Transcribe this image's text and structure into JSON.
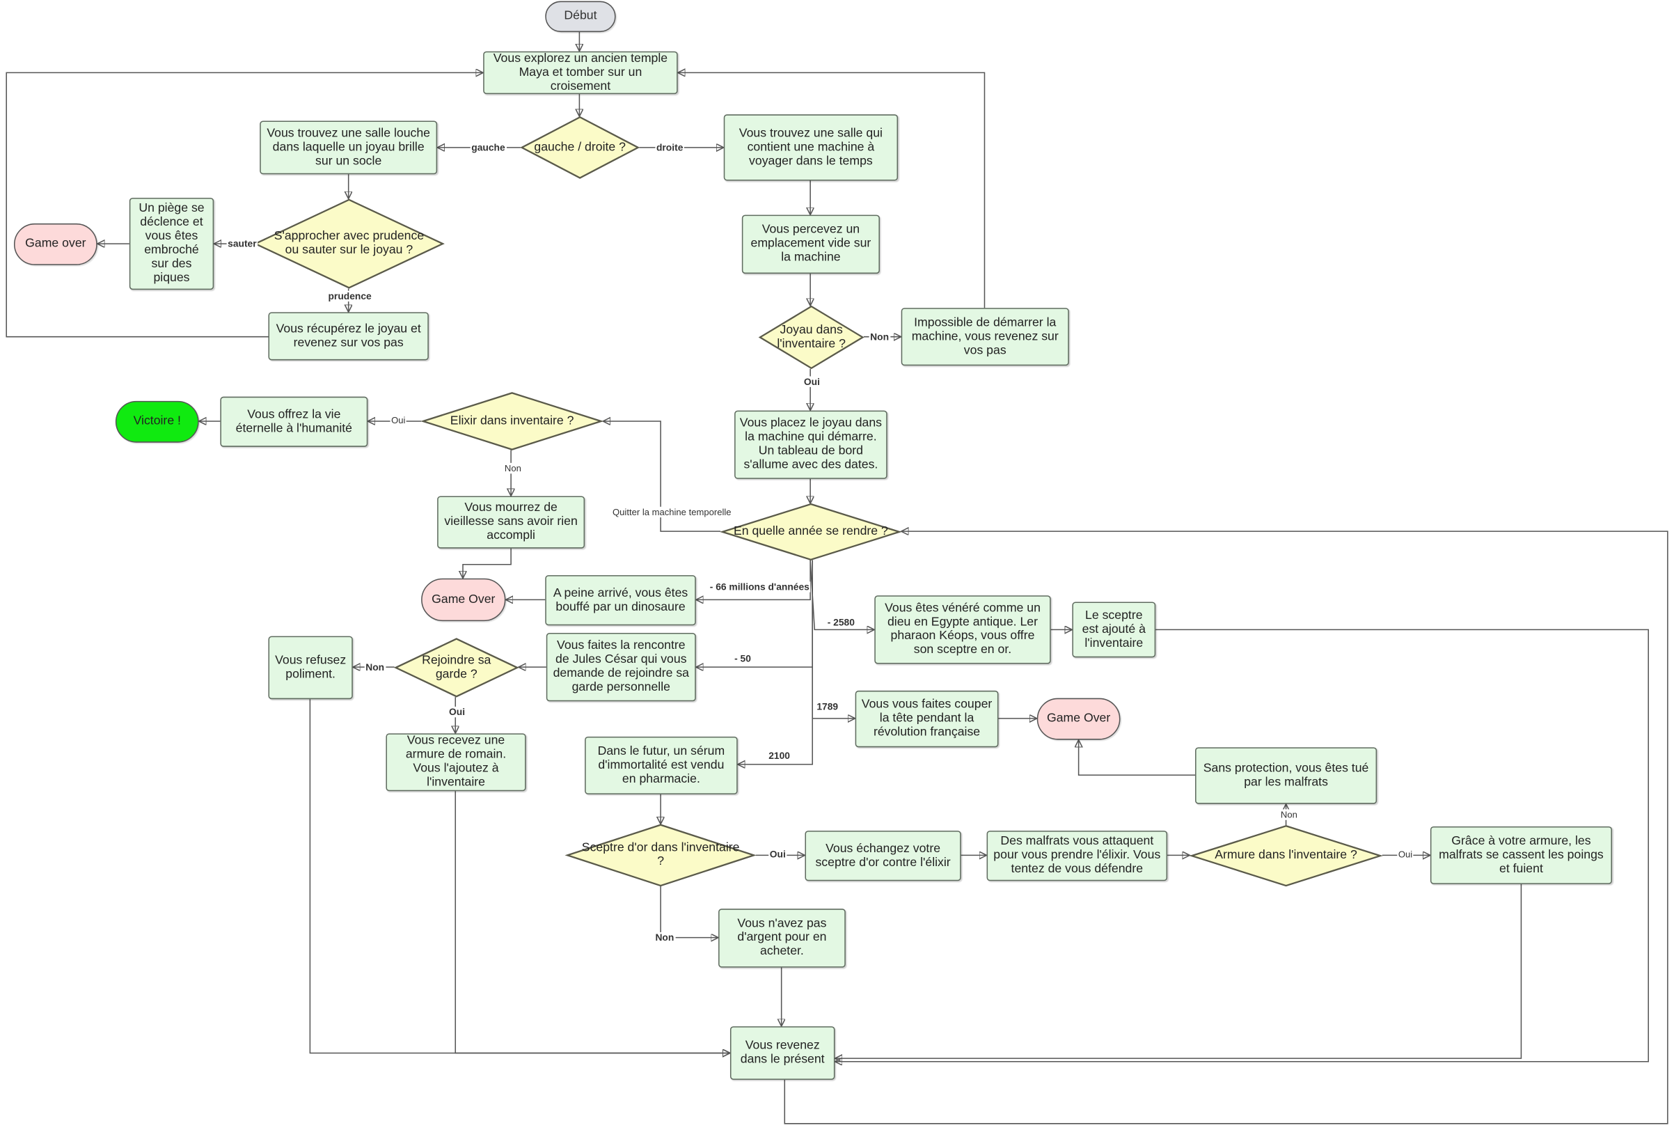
{
  "nodes": {
    "start": "Début",
    "explore": "Vous explorez un ancien temple Maya et tomber sur un croisement",
    "choice_dir": "gauche / droite ?",
    "room_jewel": "Vous trouvez une salle louche dans laquelle un joyau brille sur un socle",
    "room_machine": "Vous trouvez une salle qui contient une machine à voyager dans le temps",
    "approach": "S'approcher avec prudence ou sauter sur le joyau ?",
    "trap": "Un piège se déclence et vous êtes embroché sur des piques",
    "gameover_1": "Game over",
    "recover_jewel": "Vous récupérez le joyau et revenez sur vos pas",
    "empty_slot": "Vous percevez un emplacement vide sur la machine",
    "jewel_check": "Joyau dans l'inventaire ?",
    "cannot_start": "Impossible de démarrer la machine, vous revenez sur vos pas",
    "place_jewel": "Vous placez le joyau dans la machine qui démarre. Un tableau de bord s'allume avec des dates.",
    "year_choice": "En quelle année se rendre ?",
    "elixir_check": "Elixir dans inventaire ?",
    "offer_life": "Vous offrez la vie éternelle à l'humanité",
    "victory": "Victoire !",
    "old_age": "Vous mourrez de vieillesse sans avoir rien accompli",
    "gameover_2": "Game Over",
    "dinosaur": "A peine arrivé, vous êtes bouffé par un dinosaure",
    "egypt": "Vous êtes vénéré comme un dieu en Egypte antique. Ler pharaon Kéops, vous offre son sceptre en or.",
    "scepter_added": "Le sceptre est ajouté à l'inventaire",
    "caesar": "Vous faites la rencontre de Jules César qui vous demande de rejoindre sa garde personnelle",
    "join_guard": "Rejoindre sa garde ?",
    "refuse": "Vous refusez poliment.",
    "armor_received": "Vous recevez une armure de romain. Vous l'ajoutez à l'inventaire",
    "revolution": "Vous vous faites couper la tête pendant la révolution française",
    "gameover_3": "Game Over",
    "future": "Dans le futur, un sérum d'immortalité est vendu en pharmacie.",
    "no_protection": "Sans protection, vous êtes tué par les malfrats",
    "scepter_check": "Sceptre d'or dans l'inventaire ?",
    "exchange": "Vous échangez votre sceptre d'or contre l'élixir",
    "thugs": "Des malfrats vous attaquent pour vous prendre l'élixir. Vous tentez de vous défendre",
    "armor_check": "Armure dans l'inventaire ?",
    "thugs_flee": "Grâce à votre armure, les malfrats se cassent les poings et fuient",
    "no_money": "Vous n'avez pas d'argent pour en acheter.",
    "return_present": "Vous revenez dans le présent"
  },
  "edge_labels": {
    "gauche": "gauche",
    "droite": "droite",
    "sauter": "sauter",
    "prudence": "prudence",
    "non_jewel": "Non",
    "oui_jewel": "Oui",
    "oui_elixir": "Oui",
    "non_elixir": "Non",
    "quit_machine": "Quitter la machine temporelle",
    "minus66": "- 66 millions d'années",
    "minus2580": "- 2580",
    "minus50": "- 50",
    "y1789": "1789",
    "y2100": "2100",
    "non_guard": "Non",
    "oui_guard": "Oui",
    "oui_scepter": "Oui",
    "non_scepter": "Non",
    "non_armor": "Non",
    "oui_armor": "Oui"
  },
  "colors": {
    "process_fill": "#e3f8e3",
    "decision_fill": "#fbfbc8",
    "gameover_fill": "#fddada",
    "victory_fill": "#10ea10",
    "start_fill": "#dfe1e6",
    "edge_stroke": "#555555"
  }
}
